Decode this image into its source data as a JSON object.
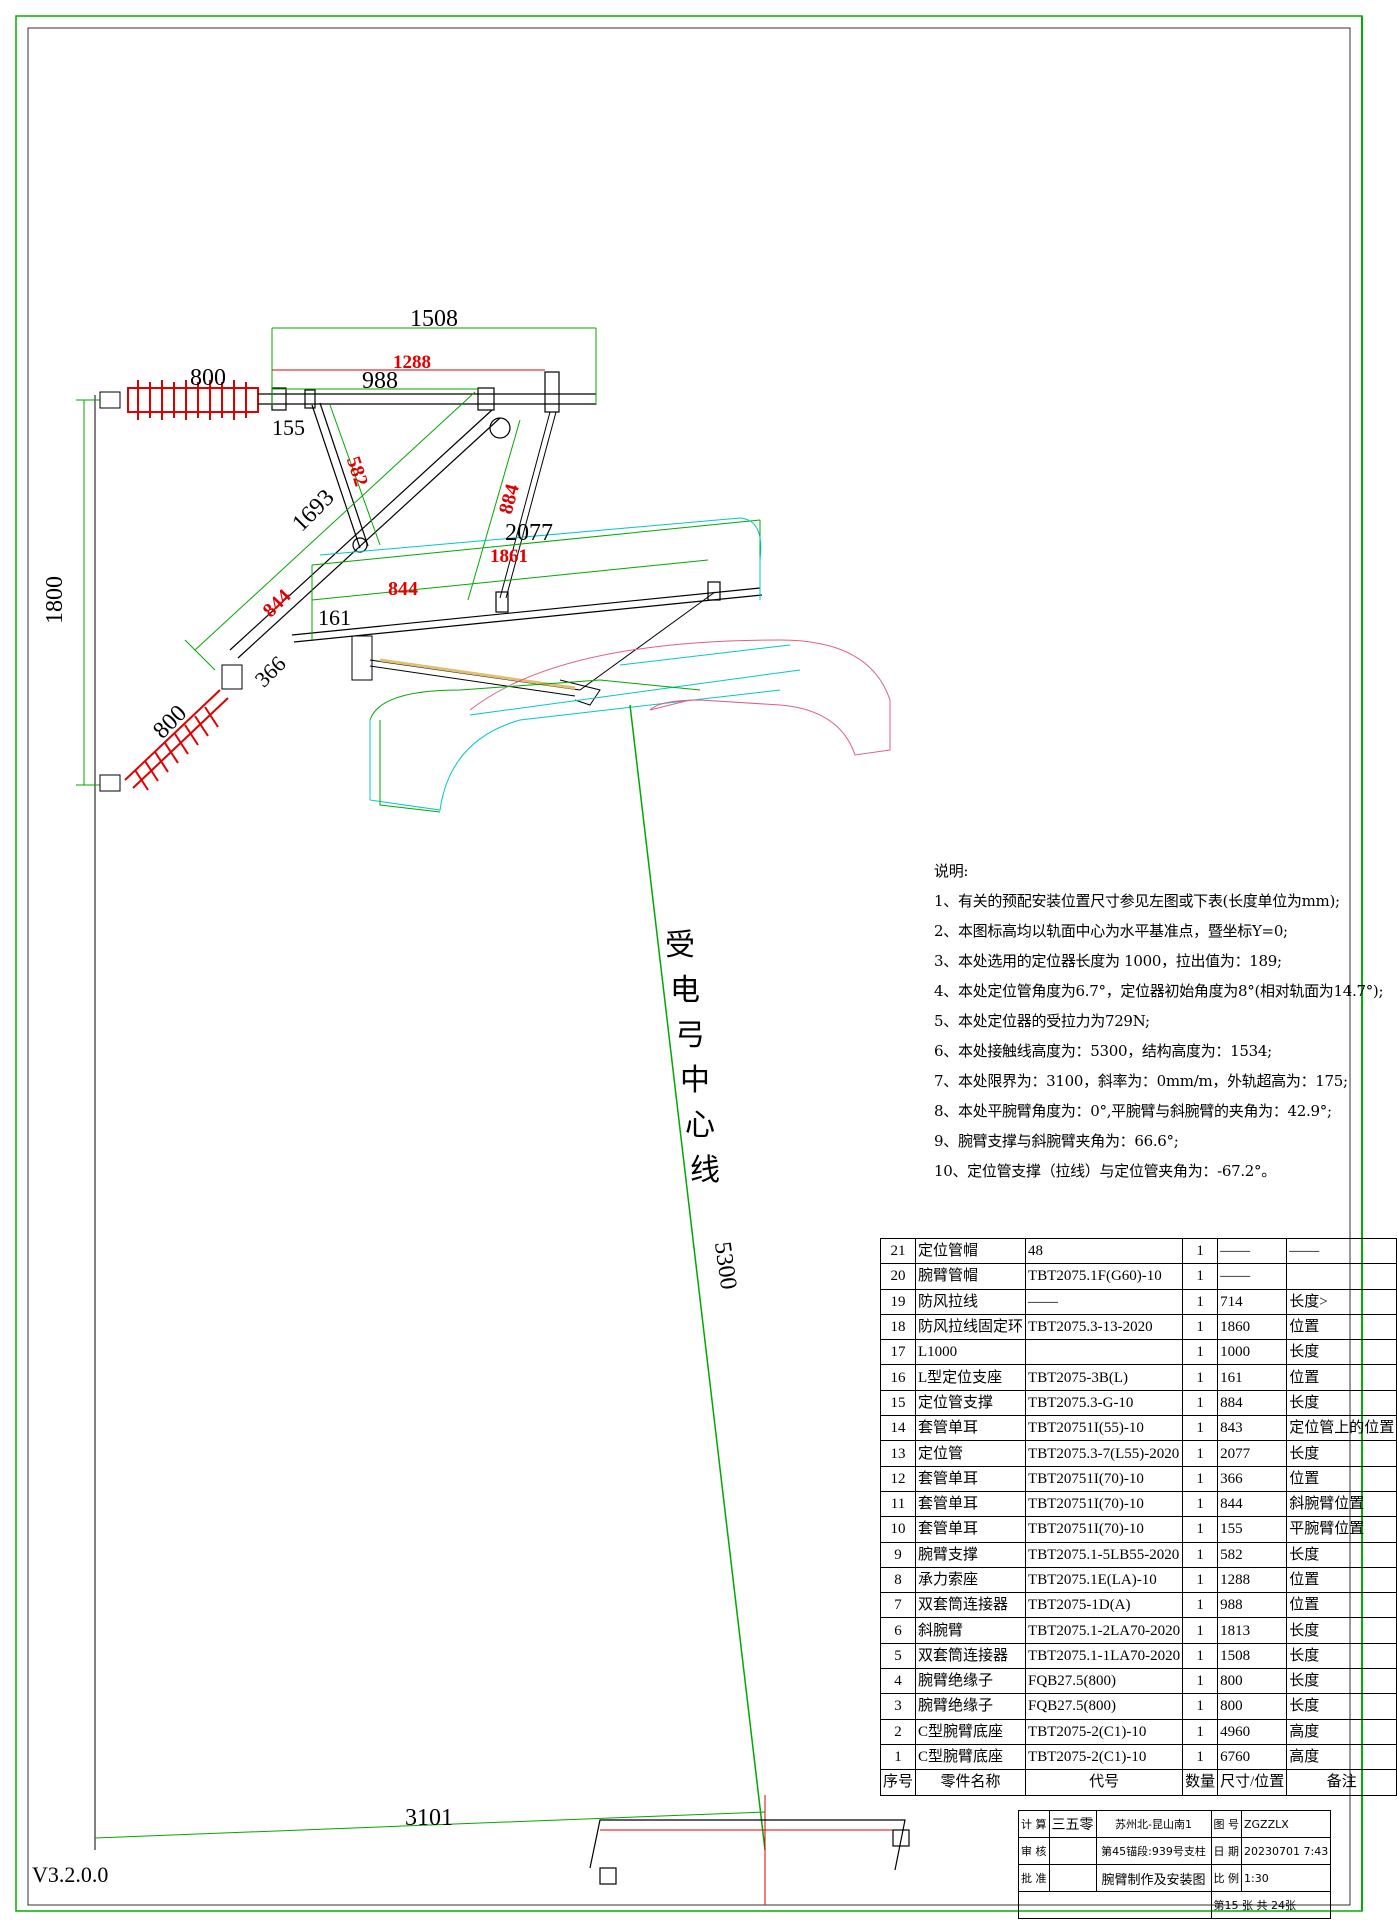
{
  "dimensions": {
    "d1508": "1508",
    "d800_top": "800",
    "d1288": "1288",
    "d988": "988",
    "d155": "155",
    "d582": "582",
    "d1693": "1693",
    "d884": "884",
    "d2077": "2077",
    "d1861": "1861",
    "d844_red1": "844",
    "d844_red2": "844",
    "d161": "161",
    "d366": "366",
    "d800_bottom": "800",
    "d1800": "1800",
    "d5300": "5300",
    "d3101": "3101"
  },
  "centerline_label": "受电弓中心线",
  "notes": {
    "title": "说明:",
    "lines": [
      "1、有关的预配安装位置尺寸参见左图或下表(长度单位为mm);",
      "2、本图标高均以轨面中心为水平基准点，暨坐标Y=0;",
      "3、本处选用的定位器长度为 1000，拉出值为：189;",
      "4、本处定位管角度为6.7°，定位器初始角度为8°(相对轨面为14.7°);",
      "5、本处定位器的受拉力为729N;",
      "6、本处接触线高度为：5300，结构高度为：1534;",
      "7、本处限界为：3100，斜率为：0mm/m，外轨超高为：175;",
      "8、本处平腕臂角度为：0°,平腕臂与斜腕臂的夹角为：42.9°;",
      "9、腕臂支撑与斜腕臂夹角为：66.6°;",
      "10、定位管支撑（拉线）与定位管夹角为：-67.2°。"
    ]
  },
  "bom": {
    "rows": [
      [
        "21",
        "定位管帽",
        "48",
        "1",
        "——",
        "——"
      ],
      [
        "20",
        "腕臂管帽",
        "TBT2075.1F(G60)-10",
        "1",
        "——",
        ""
      ],
      [
        "19",
        "防风拉线",
        "——",
        "1",
        "714",
        "长度>"
      ],
      [
        "18",
        "防风拉线固定环",
        "TBT2075.3-13-2020",
        "1",
        "1860",
        "位置"
      ],
      [
        "17",
        "L1000",
        "",
        "1",
        "1000",
        "长度"
      ],
      [
        "16",
        "L型定位支座",
        "TBT2075-3B(L)",
        "1",
        "161",
        "位置"
      ],
      [
        "15",
        "定位管支撑",
        "TBT2075.3-G-10",
        "1",
        "884",
        "长度"
      ],
      [
        "14",
        "套管单耳",
        "TBT20751I(55)-10",
        "1",
        "843",
        "定位管上的位置"
      ],
      [
        "13",
        "定位管",
        "TBT2075.3-7(L55)-2020",
        "1",
        "2077",
        "长度"
      ],
      [
        "12",
        "套管单耳",
        "TBT20751I(70)-10",
        "1",
        "366",
        "位置"
      ],
      [
        "11",
        "套管单耳",
        "TBT20751I(70)-10",
        "1",
        "844",
        "斜腕臂位置"
      ],
      [
        "10",
        "套管单耳",
        "TBT20751I(70)-10",
        "1",
        "155",
        "平腕臂位置"
      ],
      [
        "9",
        "腕臂支撑",
        "TBT2075.1-5LB55-2020",
        "1",
        "582",
        "长度"
      ],
      [
        "8",
        "承力索座",
        "TBT2075.1E(LA)-10",
        "1",
        "1288",
        "位置"
      ],
      [
        "7",
        "双套筒连接器",
        "TBT2075-1D(A)",
        "1",
        "988",
        "位置"
      ],
      [
        "6",
        "斜腕臂",
        "TBT2075.1-2LA70-2020",
        "1",
        "1813",
        "长度"
      ],
      [
        "5",
        "双套筒连接器",
        "TBT2075.1-1LA70-2020",
        "1",
        "1508",
        "长度"
      ],
      [
        "4",
        "腕臂绝缘子",
        "FQB27.5(800)",
        "1",
        "800",
        "长度"
      ],
      [
        "3",
        "腕臂绝缘子",
        "FQB27.5(800)",
        "1",
        "800",
        "长度"
      ],
      [
        "2",
        "C型腕臂底座",
        "TBT2075-2(C1)-10",
        "1",
        "4960",
        "高度"
      ],
      [
        "1",
        "C型腕臂底座",
        "TBT2075-2(C1)-10",
        "1",
        "6760",
        "高度"
      ]
    ],
    "header": [
      "序号",
      "零件名称",
      "代号",
      "数量",
      "尺寸/位置",
      "备注"
    ]
  },
  "title_block": {
    "calc_label": "计 算",
    "calc_value": "三五零",
    "review_label": "审 核",
    "approve_label": "批 准",
    "project": "苏州北-昆山南1",
    "segment": "第45锚段:939号支柱",
    "drawing_name": "腕臂制作及安装图",
    "fig_label": "图 号",
    "fig_value": "ZGZZLX",
    "date_label": "日 期",
    "date_value": "20230701 7:43",
    "scale_label": "比 例",
    "scale_value": "1:30",
    "sheet_text": "第15  张  共 24张"
  },
  "version": "V3.2.0.0",
  "colors": {
    "green": "#00a800",
    "red": "#e00000",
    "cyan": "#00c8c8",
    "pink": "#e06080",
    "frame": "#00b000"
  }
}
